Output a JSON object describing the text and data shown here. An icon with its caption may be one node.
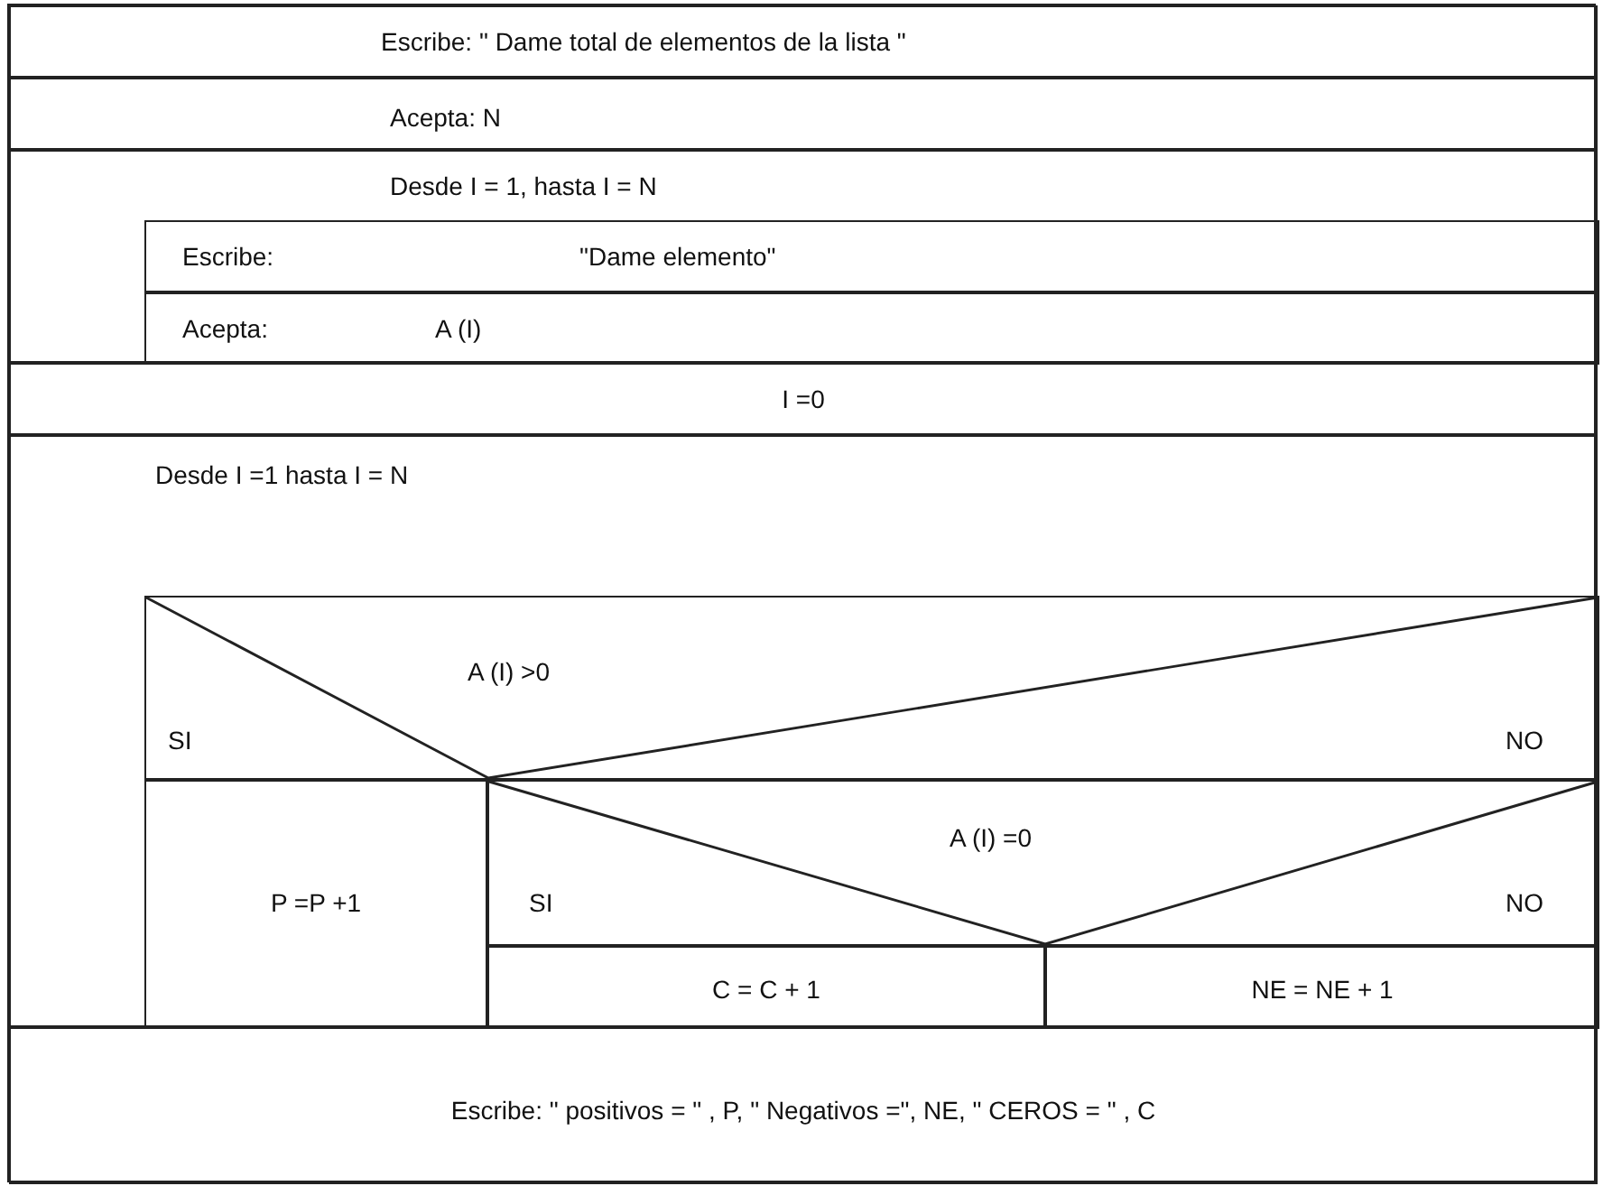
{
  "diagram": {
    "nodes": [
      {
        "text": [
          "Escribe: \" Dame total de elementos de la lista \""
        ]
      },
      {
        "text": [
          "Acepta: N"
        ]
      },
      {
        "text": [
          "Desde I = 1, hasta I = N"
        ]
      },
      {
        "text": [
          "Escribe:",
          "\"Dame elemento\""
        ],
        "in": 2
      },
      {
        "text": [
          "Acepta:",
          "A (I)"
        ],
        "in": 2
      },
      {
        "text": [
          "I =0"
        ]
      },
      {
        "text": [
          "Desde I =1 hasta I = N"
        ]
      },
      {
        "text": [
          "A (I) >0",
          "SI",
          "NO"
        ],
        "in": 6
      },
      {
        "text": [
          "P =P +1"
        ],
        "in": 6
      },
      {
        "text": [
          "A (I) =0",
          "SI",
          "NO"
        ],
        "in": 6
      },
      {
        "text": [
          "C = C + 1"
        ],
        "in": 6
      },
      {
        "text": [
          "NE = NE + 1"
        ],
        "in": 6
      },
      {
        "text": [
          "Escribe: \" positivos = \" , P, \" Negativos =\", NE, \" CEROS = \" , C"
        ]
      }
    ],
    "edges": []
  }
}
